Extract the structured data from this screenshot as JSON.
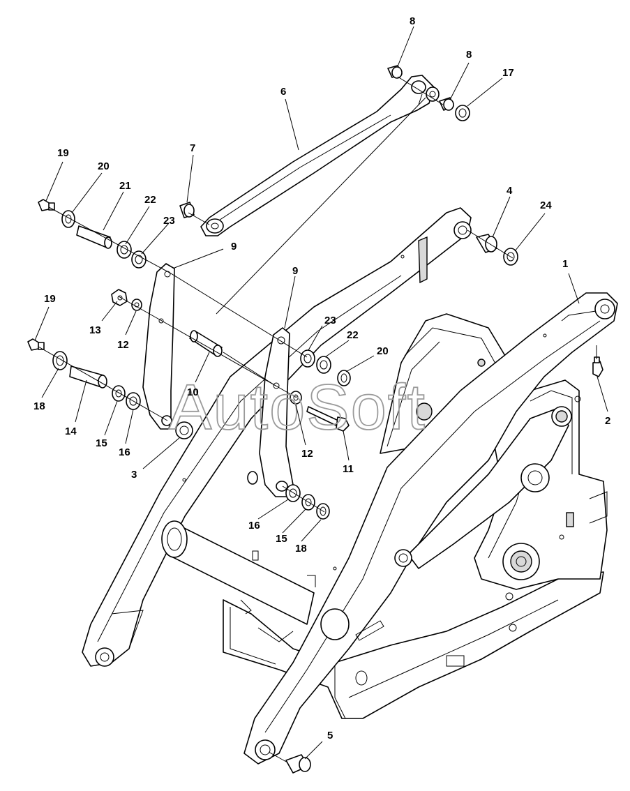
{
  "watermark": "AutoSoft",
  "callouts": [
    {
      "id": "c-8a",
      "label": "8"
    },
    {
      "id": "c-8b",
      "label": "8"
    },
    {
      "id": "c-17",
      "label": "17"
    },
    {
      "id": "c-6",
      "label": "6"
    },
    {
      "id": "c-7",
      "label": "7"
    },
    {
      "id": "c-19a",
      "label": "19"
    },
    {
      "id": "c-20a",
      "label": "20"
    },
    {
      "id": "c-21",
      "label": "21"
    },
    {
      "id": "c-22a",
      "label": "22"
    },
    {
      "id": "c-23a",
      "label": "23"
    },
    {
      "id": "c-9a",
      "label": "9"
    },
    {
      "id": "c-9b",
      "label": "9"
    },
    {
      "id": "c-4",
      "label": "4"
    },
    {
      "id": "c-24",
      "label": "24"
    },
    {
      "id": "c-1",
      "label": "1"
    },
    {
      "id": "c-19b",
      "label": "19"
    },
    {
      "id": "c-13",
      "label": "13"
    },
    {
      "id": "c-12a",
      "label": "12"
    },
    {
      "id": "c-18a",
      "label": "18"
    },
    {
      "id": "c-14",
      "label": "14"
    },
    {
      "id": "c-15a",
      "label": "15"
    },
    {
      "id": "c-16a",
      "label": "16"
    },
    {
      "id": "c-10",
      "label": "10"
    },
    {
      "id": "c-3",
      "label": "3"
    },
    {
      "id": "c-23b",
      "label": "23"
    },
    {
      "id": "c-22b",
      "label": "22"
    },
    {
      "id": "c-20b",
      "label": "20"
    },
    {
      "id": "c-12b",
      "label": "12"
    },
    {
      "id": "c-11",
      "label": "11"
    },
    {
      "id": "c-2",
      "label": "2"
    },
    {
      "id": "c-16b",
      "label": "16"
    },
    {
      "id": "c-15b",
      "label": "15"
    },
    {
      "id": "c-18b",
      "label": "18"
    },
    {
      "id": "c-5",
      "label": "5"
    }
  ]
}
